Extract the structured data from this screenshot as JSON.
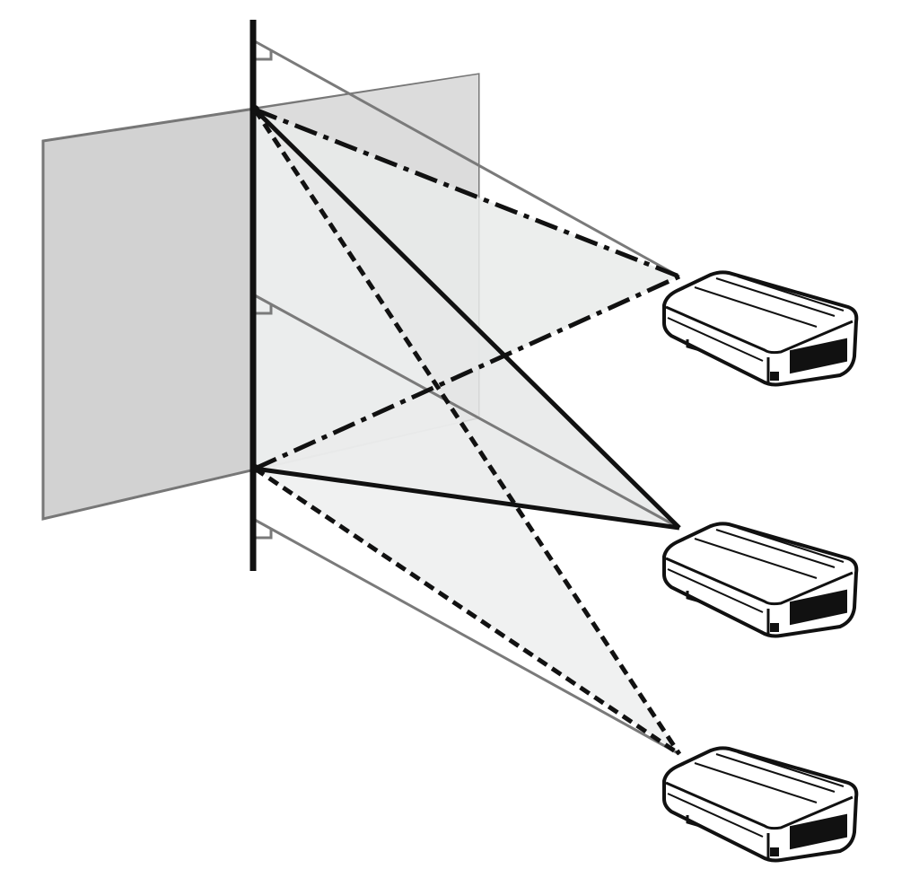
{
  "diagram": {
    "subject": "projector-lens-shift",
    "colors": {
      "screen": "#d2d2d2",
      "screen_edge": "#777777",
      "beam_fill": "#e9ebea",
      "guide_line": "#7a7a7a",
      "ink": "#111111"
    },
    "projectors": [
      {
        "id": "top",
        "beam_style": "dash-dot"
      },
      {
        "id": "middle",
        "beam_style": "solid"
      },
      {
        "id": "bottom",
        "beam_style": "dashed"
      }
    ]
  }
}
